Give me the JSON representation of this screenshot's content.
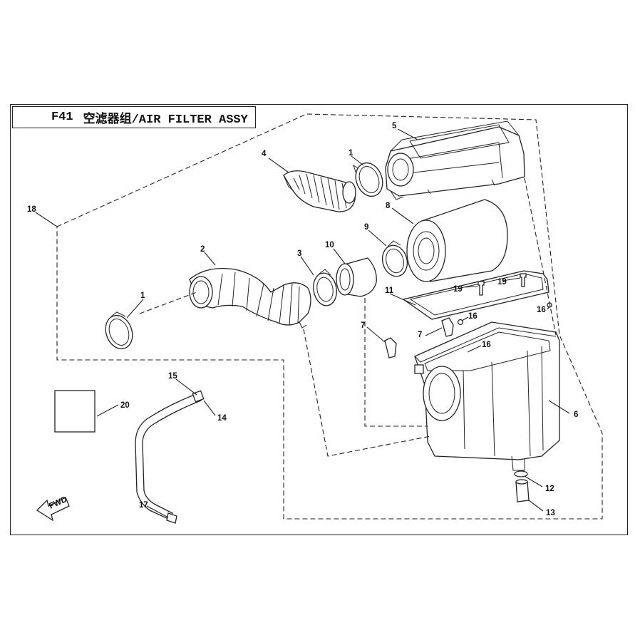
{
  "title": {
    "code": "F41",
    "name": "空滤器组/AIR FILTER ASSY"
  },
  "fwd_label": "FWD",
  "callouts": [
    "1",
    "1",
    "2",
    "3",
    "4",
    "5",
    "6",
    "7",
    "7",
    "8",
    "9",
    "10",
    "11",
    "12",
    "13",
    "14",
    "15",
    "16",
    "16",
    "16",
    "17",
    "18",
    "19",
    "19",
    "20"
  ]
}
